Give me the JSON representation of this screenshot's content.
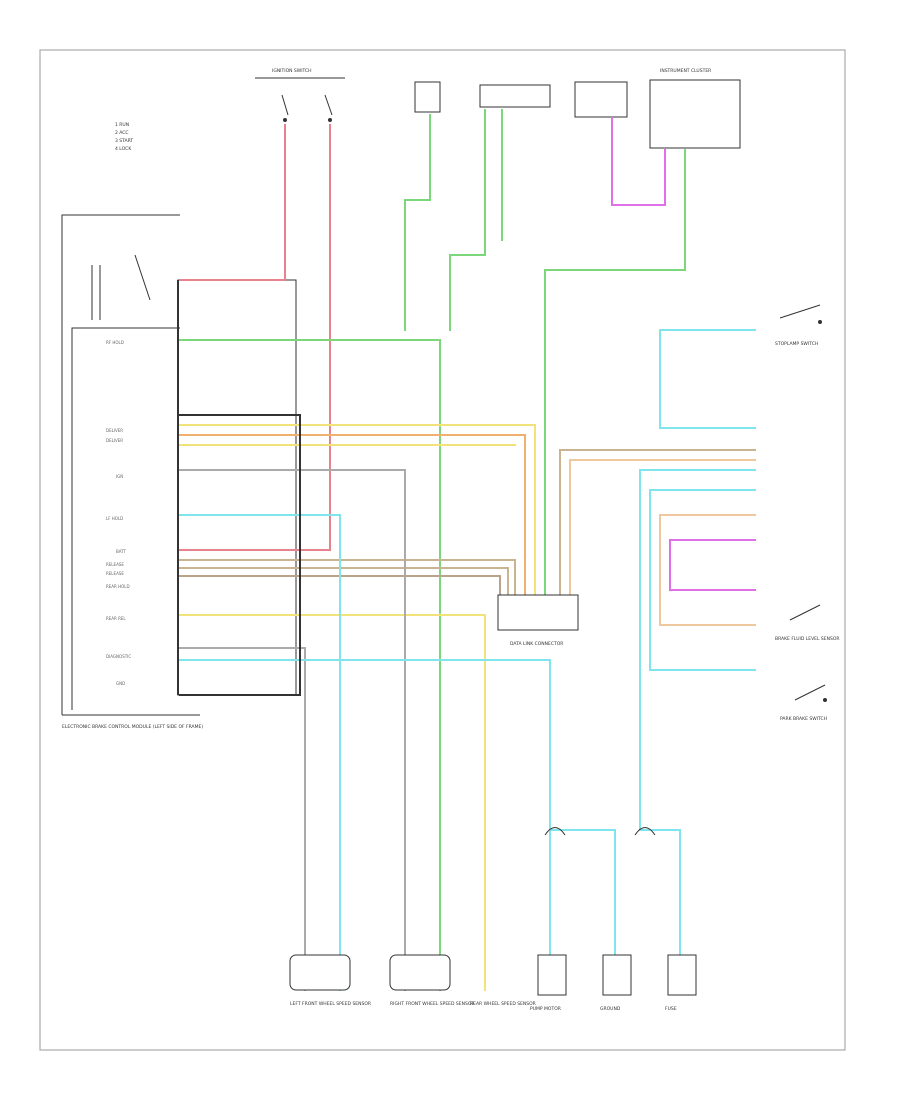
{
  "texts": {
    "ignition_switch": "IGNITION SWITCH",
    "module": "ELECTRONIC BRAKE CONTROL MODULE (LEFT SIDE OF FRAME)",
    "junction": "DATA LINK CONNECTOR",
    "stoplamp_switch": "STOPLAMP SWITCH",
    "park_brake": "PARK BRAKE SWITCH",
    "instrument_cluster": "INSTRUMENT CLUSTER",
    "brake_fluid": "BRAKE FLUID LEVEL SENSOR",
    "pump_motor": "PUMP MOTOR",
    "lf_wss": "LEFT FRONT WHEEL SPEED SENSOR",
    "rf_wss": "RIGHT FRONT WHEEL SPEED SENSOR",
    "rear_wss": "REAR WHEEL SPEED SENSOR",
    "fuse": "FUSE",
    "ground": "GROUND",
    "footer": ""
  },
  "wire_colors": {
    "red": "#e8828f",
    "green": "#7cd67a",
    "yellow": "#f2e27a",
    "orange": "#f0b070",
    "tan": "#c8b490",
    "cyan": "#7fe4ec",
    "magenta": "#e070e8",
    "gray": "#999999",
    "black": "#333333"
  }
}
